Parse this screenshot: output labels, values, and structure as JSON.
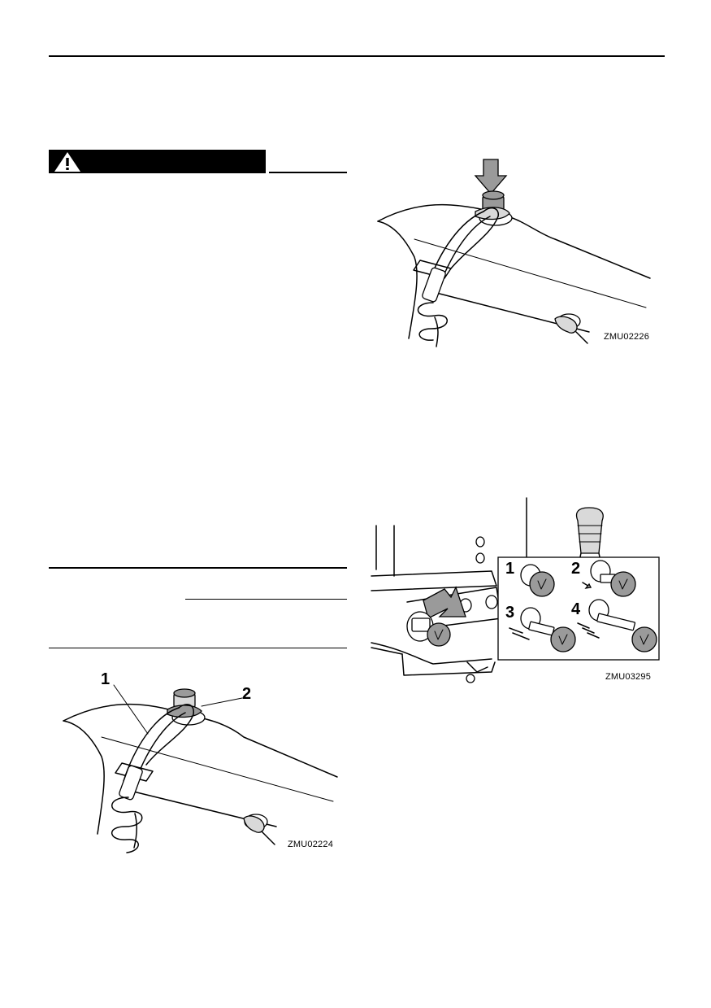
{
  "figures": {
    "fig_a": {
      "caption": "ZMU02224",
      "callouts": [
        "1",
        "2"
      ]
    },
    "fig_b": {
      "caption": "ZMU02226"
    },
    "fig_c": {
      "caption": "ZMU03295",
      "callouts": [
        "1",
        "2",
        "3",
        "4"
      ]
    }
  },
  "icons": {
    "warning": "warning-triangle-icon",
    "push_arrow": "down-arrow-icon"
  }
}
